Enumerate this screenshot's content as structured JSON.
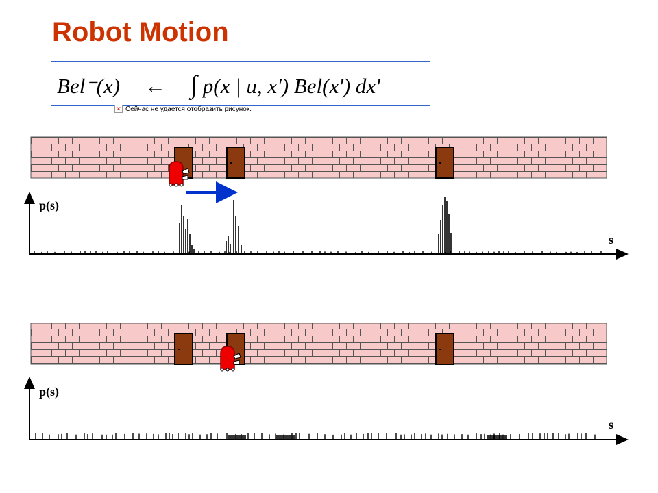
{
  "title": "Robot Motion",
  "formula": {
    "lhs": "Bel⁻(x)",
    "arrow": "←",
    "integral": "∫",
    "rhs": "p(x | u, x') Bel(x') dx'"
  },
  "broken_image": {
    "text": "Сейчас не удается отобразить рисунок."
  },
  "colors": {
    "title": "#cc3300",
    "brick_fill": "#f7c9c9",
    "mortar": "#555555",
    "door": "#8b3a10",
    "robot": "#ee0000",
    "motion_arrow": "#0033cc"
  },
  "panels": [
    {
      "name": "before-motion",
      "y_label": "p(s)",
      "x_label": "s",
      "doors": [
        "door-1",
        "door-2",
        "door-3"
      ],
      "robot_at_door": 1
    },
    {
      "name": "after-motion",
      "y_label": "p(s)",
      "x_label": "s",
      "doors": [
        "door-1",
        "door-2",
        "door-3"
      ],
      "robot_at_door": 2
    }
  ]
}
